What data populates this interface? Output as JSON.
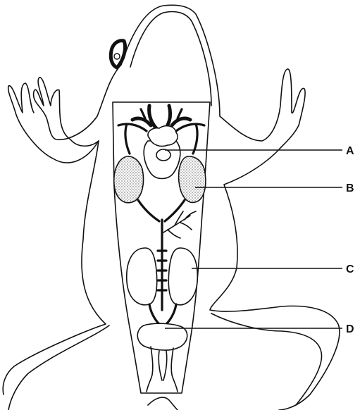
{
  "labels": {
    "a": "A",
    "b": "B",
    "c": "C",
    "d": "D"
  },
  "colors": {
    "ink": "#111111",
    "paper": "#ffffff"
  }
}
